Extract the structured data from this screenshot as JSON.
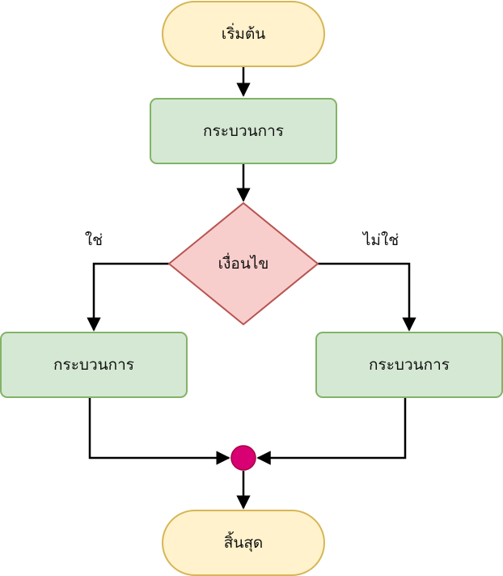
{
  "nodes": {
    "start": {
      "label": "เริ่มต้น"
    },
    "process_top": {
      "label": "กระบวนการ"
    },
    "decision": {
      "label": "เงื่อนไข"
    },
    "process_left": {
      "label": "กระบวนการ"
    },
    "process_right": {
      "label": "กระบวนการ"
    },
    "end": {
      "label": "สิ้นสุด"
    }
  },
  "edges": {
    "yes_label": "ใช่",
    "no_label": "ไม่ใช่"
  },
  "colors": {
    "terminal_fill": "#fff2cc",
    "terminal_stroke": "#d6b656",
    "process_fill": "#d5e8d4",
    "process_stroke": "#82b366",
    "decision_fill": "#f8cecc",
    "decision_stroke": "#b85450",
    "junction_fill": "#d80073",
    "junction_stroke": "#a50040",
    "line": "#000000"
  }
}
